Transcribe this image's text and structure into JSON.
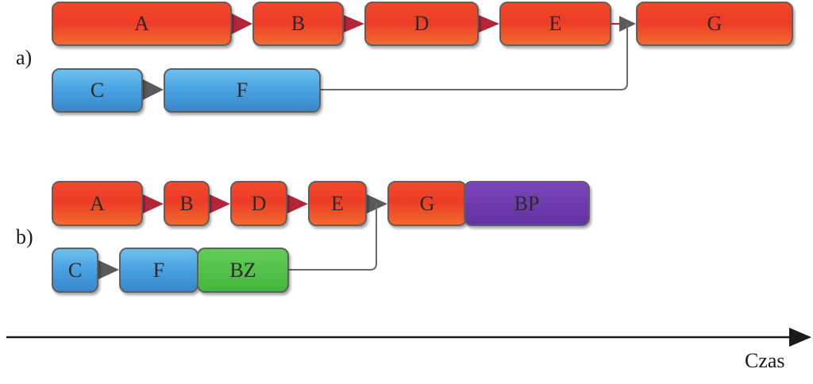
{
  "section_a": {
    "label": "a)",
    "row1": [
      "A",
      "B",
      "D",
      "E",
      "G"
    ],
    "row2": [
      "C",
      "F"
    ]
  },
  "section_b": {
    "label": "b)",
    "row1": [
      "A",
      "B",
      "D",
      "E",
      "G",
      "BP"
    ],
    "row2": [
      "C",
      "F",
      "BZ"
    ]
  },
  "axis": {
    "label": "Czas"
  },
  "colors": {
    "task_red": "#ee4528",
    "task_blue": "#4a9fe0",
    "task_green": "#4dbb44",
    "task_purple": "#6a36a8",
    "arrow_red": "#b3263a",
    "arrow_gray": "#5a5a5a",
    "connector": "#6a6a6a"
  }
}
